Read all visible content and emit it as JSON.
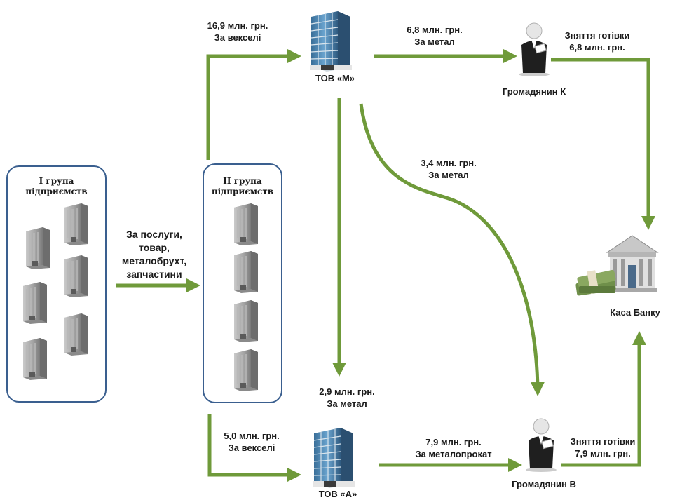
{
  "colors": {
    "arrow": "#6f9a3a",
    "box_border": "#3a5f8f",
    "building": "#9a9a9a",
    "glass_building": "#5b8fb5"
  },
  "groups": {
    "group1_title": [
      "I група",
      "підприємств"
    ],
    "group2_title": [
      "II група",
      "підприємств"
    ]
  },
  "entities": {
    "tov_m": "ТОВ «М»",
    "tov_a": "ТОВ «А»",
    "citizen_k": "Громадянин К",
    "citizen_v": "Громадянин В",
    "bank": "Каса Банку"
  },
  "flows": {
    "g1_to_g2": [
      "За послуги,",
      "товар,",
      "металобрухт,",
      "запчастини"
    ],
    "g2_to_m": [
      "16,9 млн. грн.",
      "За векселі"
    ],
    "g2_to_a": [
      "5,0 млн. грн.",
      "За векселі"
    ],
    "m_to_k": [
      "6,8 млн. грн.",
      "За метал"
    ],
    "m_to_v": [
      "3,4 млн. грн.",
      "За метал"
    ],
    "m_to_a": [
      "2,9 млн. грн.",
      "За метал"
    ],
    "a_to_v": [
      "7,9 млн. грн.",
      "За металопрокат"
    ],
    "k_to_bank": [
      "Зняття готівки",
      "6,8 млн. грн."
    ],
    "v_to_bank": [
      "Зняття готівки",
      "7,9 млн. грн."
    ]
  },
  "icons": {
    "group1": "grey-building-icon",
    "group2": "grey-building-icon",
    "tov": "office-tower-icon",
    "person": "businessman-icon",
    "bank": "bank-building-icon",
    "money": "money-stack-icon"
  }
}
